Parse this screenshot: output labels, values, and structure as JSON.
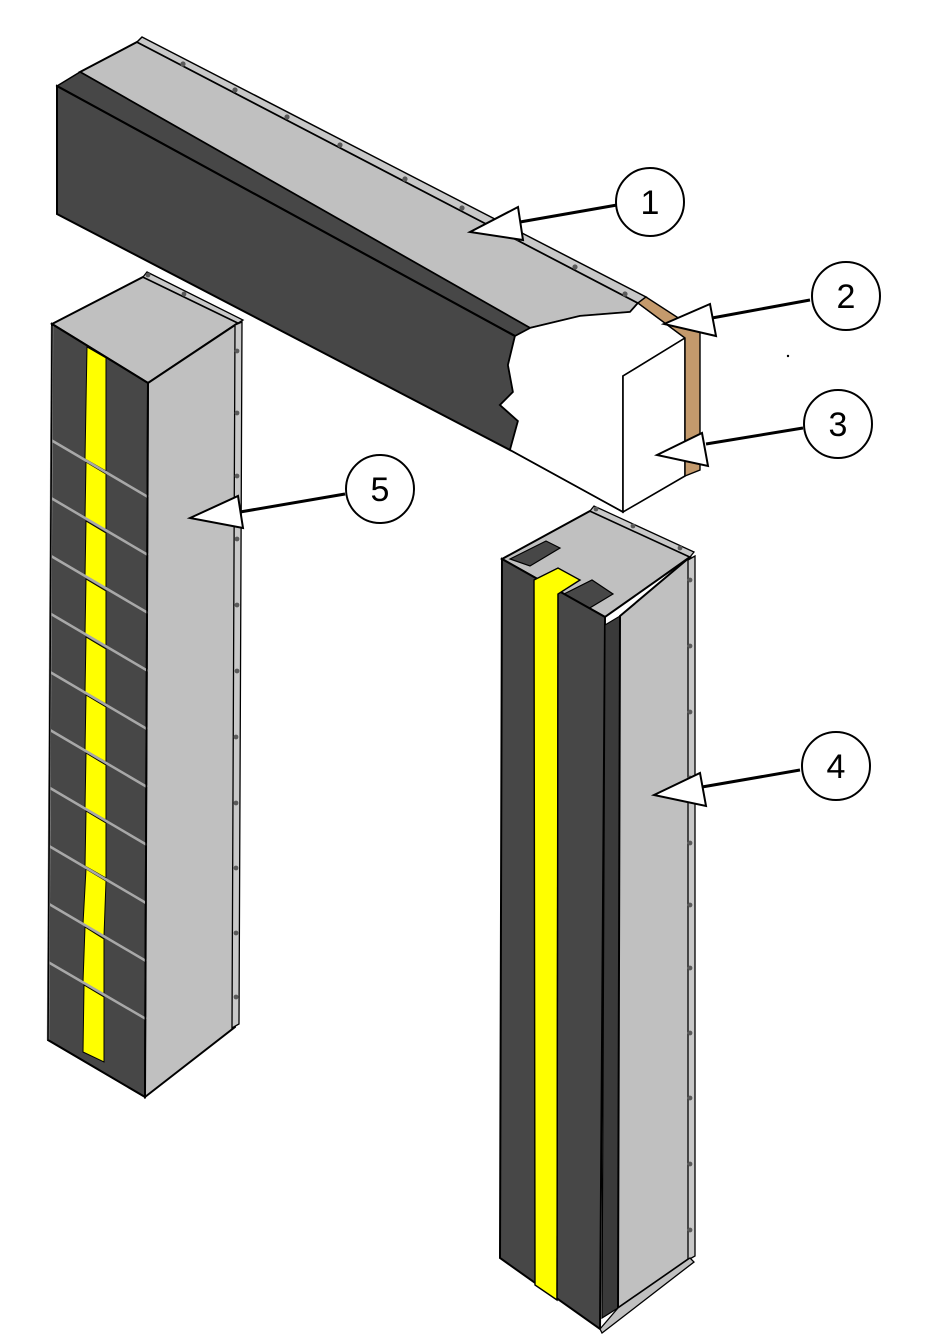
{
  "colors": {
    "dark": "#474747",
    "light": "#c0c0c0",
    "foam": "#ffffff",
    "tan": "#c49a6c",
    "stripe": "#ffff00",
    "outline": "#000000",
    "panel_edge": "#a8a8a8"
  },
  "callouts": [
    {
      "label": "1",
      "target": "beam-top-light-surface"
    },
    {
      "label": "2",
      "target": "beam-tan-end-layer"
    },
    {
      "label": "3",
      "target": "beam-foam-core"
    },
    {
      "label": "4",
      "target": "right-post-light-side"
    },
    {
      "label": "5",
      "target": "left-post-light-side"
    }
  ],
  "icons": {
    "callout_marker": "circle-number-icon",
    "pointer": "arrowhead-icon",
    "fastener": "rivet-icon"
  }
}
